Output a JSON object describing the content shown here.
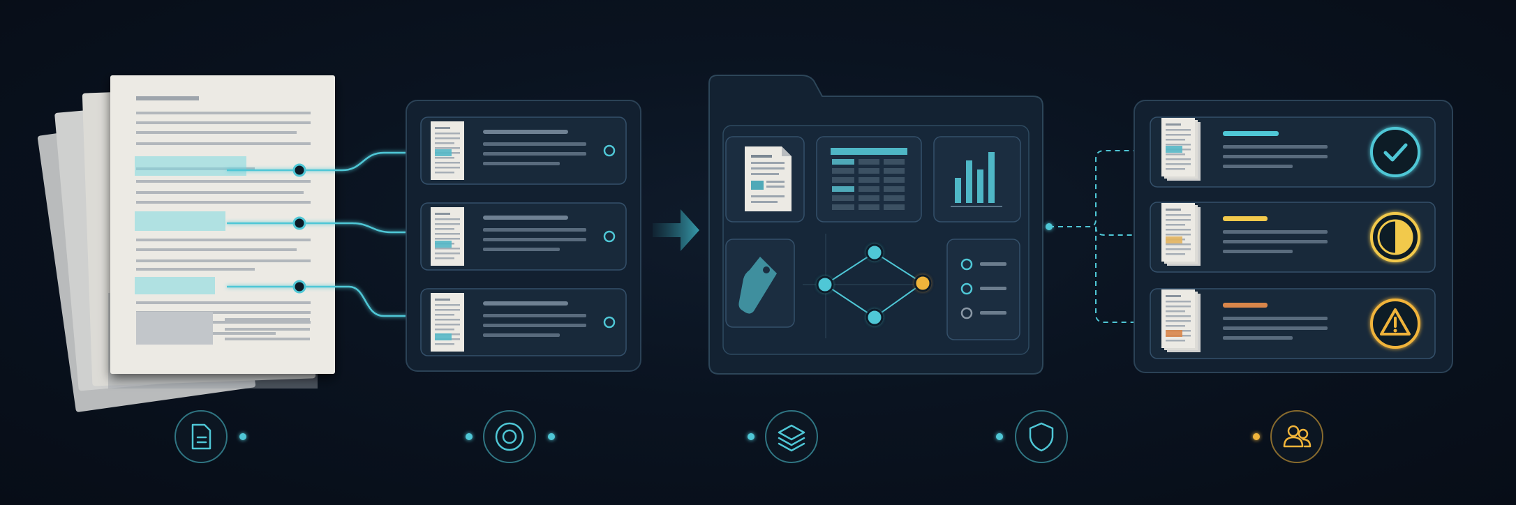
{
  "colors": {
    "background": "#09111d",
    "panel": "#142232",
    "panel_border": "#2b4256",
    "card": "#18293a",
    "card_border": "#34506a",
    "accent": "#4fc7d6",
    "highlight": "#7fd9e0",
    "paper": "#eceae4",
    "warn": "#f0b43a",
    "caution": "#f2c94c",
    "alert_bar": "#d9864a",
    "muted_bar": "#7b8b9c"
  },
  "stages": [
    {
      "icon": "document-icon",
      "color": "#4fc7d6"
    },
    {
      "icon": "target-icon",
      "color": "#4fc7d6"
    },
    {
      "icon": "layers-icon",
      "color": "#4fc7d6"
    },
    {
      "icon": "shield-icon",
      "color": "#4fc7d6"
    },
    {
      "icon": "users-icon",
      "color": "#f0b43a"
    }
  ],
  "extracted_cards": [
    {
      "thumb_highlight": "top"
    },
    {
      "thumb_highlight": "middle"
    },
    {
      "thumb_highlight": "bottom"
    }
  ],
  "modules": [
    "document-icon",
    "table-icon",
    "bar-chart-icon",
    "tag-icon",
    "graph-icon",
    "checklist-icon"
  ],
  "results": [
    {
      "status_icon": "check-circle-icon",
      "status": "approved",
      "color": "#4fc7d6"
    },
    {
      "status_icon": "half-circle-icon",
      "status": "partial",
      "color": "#f2c94c"
    },
    {
      "status_icon": "warning-icon",
      "status": "flagged",
      "color": "#f0b43a"
    }
  ]
}
